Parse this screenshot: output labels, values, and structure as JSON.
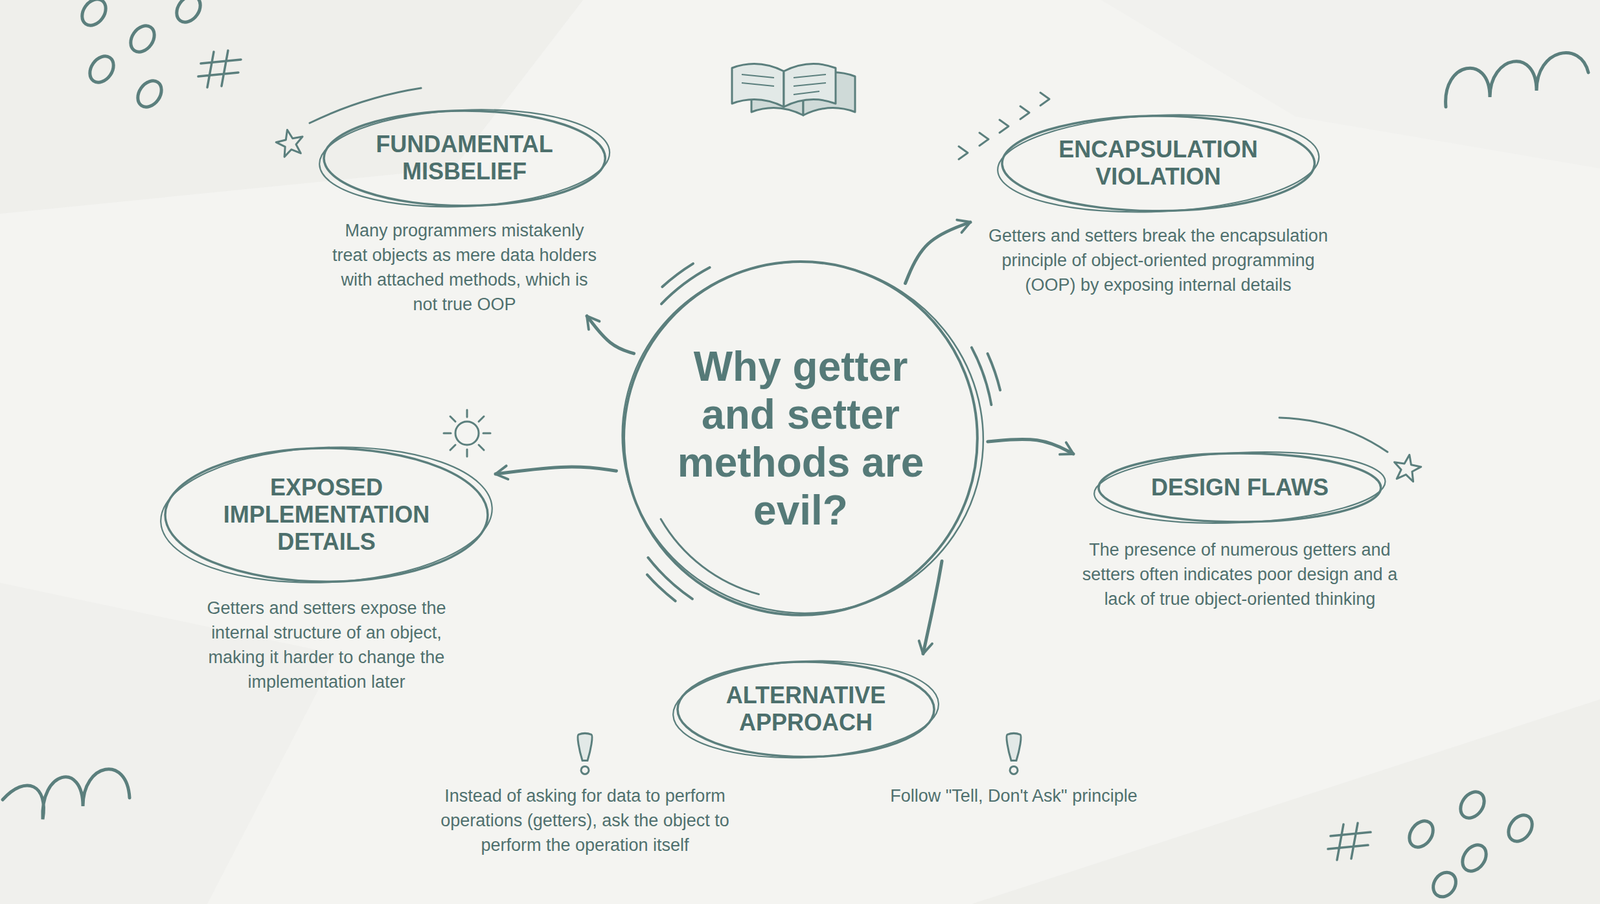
{
  "diagram": {
    "nodes": [
      {
        "text": [
          "Why getter and setter methods are evil?"
        ]
      },
      {
        "text": [
          "FUNDAMENTAL MISBELIEF",
          "Many programmers mistakenly treat objects as mere data holders with attached methods, which is not true OOP"
        ]
      },
      {
        "text": [
          "ENCAPSULATION VIOLATION",
          "Getters and setters break the encapsulation principle of object-oriented programming (OOP) by exposing internal details"
        ]
      },
      {
        "text": [
          "EXPOSED IMPLEMENTATION DETAILS",
          "Getters and setters expose the internal structure of an object, making it harder to change the implementation later"
        ]
      },
      {
        "text": [
          "DESIGN FLAWS",
          "The presence of numerous getters and setters often indicates poor design and a lack of true object-oriented thinking"
        ]
      },
      {
        "text": [
          "ALTERNATIVE APPROACH",
          "Instead of asking for data to perform operations (getters), ask the object to perform the operation itself",
          "Follow \"Tell, Don't Ask\" principle"
        ]
      }
    ],
    "edges": [
      {
        "from": 0,
        "to": 1,
        "arrow": "to"
      },
      {
        "from": 0,
        "to": 2,
        "arrow": "to"
      },
      {
        "from": 0,
        "to": 3,
        "arrow": "to"
      },
      {
        "from": 0,
        "to": 4,
        "arrow": "to"
      },
      {
        "from": 0,
        "to": 5,
        "arrow": "to"
      }
    ]
  }
}
